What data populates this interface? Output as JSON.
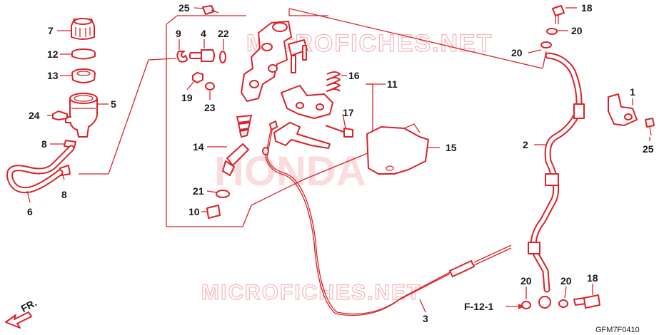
{
  "diagram": {
    "callouts": [
      {
        "id": "p25a",
        "label": "25"
      },
      {
        "id": "p7",
        "label": "7"
      },
      {
        "id": "p9",
        "label": "9"
      },
      {
        "id": "p4",
        "label": "4"
      },
      {
        "id": "p22",
        "label": "22"
      },
      {
        "id": "p12",
        "label": "12"
      },
      {
        "id": "p13",
        "label": "13"
      },
      {
        "id": "p5",
        "label": "5"
      },
      {
        "id": "p24",
        "label": "24"
      },
      {
        "id": "p19",
        "label": "19"
      },
      {
        "id": "p23",
        "label": "23"
      },
      {
        "id": "p16",
        "label": "16"
      },
      {
        "id": "p11",
        "label": "11"
      },
      {
        "id": "p17",
        "label": "17"
      },
      {
        "id": "p8a",
        "label": "8"
      },
      {
        "id": "p8b",
        "label": "8"
      },
      {
        "id": "p6",
        "label": "6"
      },
      {
        "id": "p14",
        "label": "14"
      },
      {
        "id": "p21",
        "label": "21"
      },
      {
        "id": "p10",
        "label": "10"
      },
      {
        "id": "p15",
        "label": "15"
      },
      {
        "id": "p18a",
        "label": "18"
      },
      {
        "id": "p20a",
        "label": "20"
      },
      {
        "id": "p20b",
        "label": "20"
      },
      {
        "id": "p1",
        "label": "1"
      },
      {
        "id": "p2",
        "label": "2"
      },
      {
        "id": "p25b",
        "label": "25"
      },
      {
        "id": "p3",
        "label": "3"
      },
      {
        "id": "p20c",
        "label": "20"
      },
      {
        "id": "p20d",
        "label": "20"
      },
      {
        "id": "p18b",
        "label": "18"
      }
    ],
    "reference_label": "F-12-1",
    "direction_label": "FR.",
    "diagram_code": "GFM7F0410",
    "watermarks": {
      "top": "MICROFICHES.NET",
      "middle": "HONDA",
      "bottom": "MICROFICHES.NET"
    },
    "colors": {
      "parts": "#d8232a",
      "labels": "#1a1a1a",
      "watermark": "#f3b6b8"
    }
  }
}
